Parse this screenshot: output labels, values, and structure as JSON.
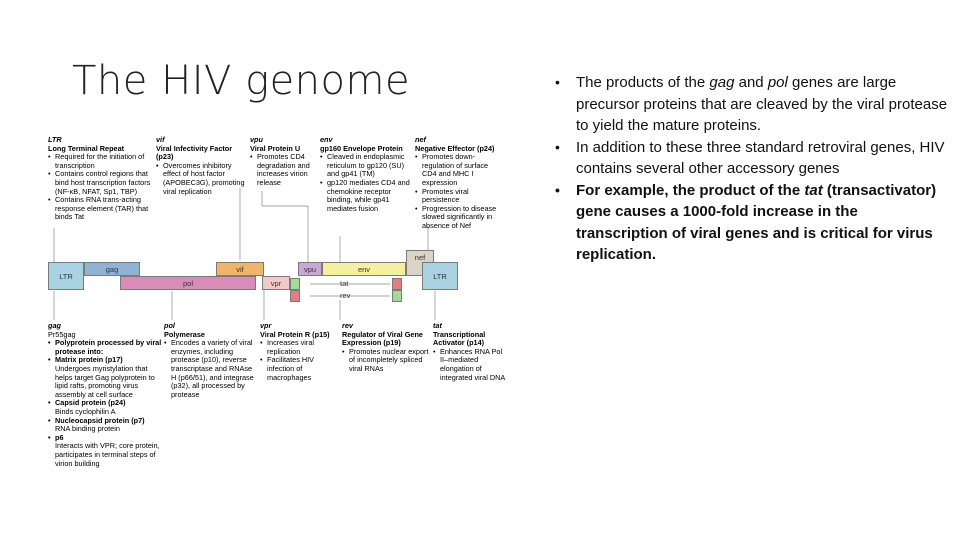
{
  "slide": {
    "title": "The HIV genome",
    "bullets": [
      {
        "parts": [
          "The products of the ",
          "gag",
          " and ",
          "pol",
          " genes are large precursor proteins that are cleaved by the viral protease to yield the mature proteins."
        ]
      },
      {
        "parts": [
          "In addition to these three standard retroviral genes, HIV contains several other accessory genes"
        ]
      },
      {
        "parts": [
          "For example, the product of the ",
          "tat",
          " (transactivator) gene causes a 1000-fold increase in the transcription of viral genes and is critical for virus replication."
        ]
      }
    ]
  },
  "diagram": {
    "top": {
      "ltr": {
        "gene": "LTR",
        "name": "Long Terminal Repeat",
        "items": [
          "Required for the initiation of transcription",
          "Contains control regions that bind host transcription factors (NF-κB, NFAT, Sp1, TBP)",
          "Contains RNA trans-acting response element (TAR) that binds Tat"
        ]
      },
      "vif": {
        "gene": "vif",
        "name": "Viral Infectivity Factor (p23)",
        "items": [
          "Overcomes inhibitory effect of host factor (APOBEC3G), promoting viral replication"
        ]
      },
      "vpu": {
        "gene": "vpu",
        "name": "Viral Protein U",
        "items": [
          "Promotes CD4 degradation and increases virion release"
        ]
      },
      "env": {
        "gene": "env",
        "name": "gp160 Envelope Protein",
        "items": [
          "Cleaved in endoplasmic reticulum to gp120 (SU) and gp41 (TM)",
          "gp120 mediates CD4 and chemokine receptor binding, while gp41 mediates fusion"
        ]
      },
      "nef": {
        "gene": "nef",
        "name": "Negative Effector (p24)",
        "items": [
          "Promotes down-regulation of surface CD4 and MHC I expression",
          "Promotes viral persistence",
          "Progression to disease slowed significantly in absence of Nef"
        ]
      }
    },
    "bottom": {
      "gag": {
        "gene": "gag",
        "sub": "Pr55gag",
        "items": [
          {
            "t": "Polyprotein processed by viral protease into:",
            "b": true,
            "bullet": true
          },
          {
            "t": "Matrix protein (p17)",
            "b": true,
            "bullet": true
          },
          {
            "t": "Undergoes myristylation that helps target Gag polyprotein to lipid rafts, promoting virus assembly at cell surface",
            "b": false,
            "bullet": false
          },
          {
            "t": "Capsid protein (p24)",
            "b": true,
            "bullet": true
          },
          {
            "t": "Binds cyclophilin A",
            "b": false,
            "bullet": false
          },
          {
            "t": "Nucleocapsid protein (p7)",
            "b": true,
            "bullet": true
          },
          {
            "t": "RNA binding protein",
            "b": false,
            "bullet": false
          },
          {
            "t": "p6",
            "b": true,
            "bullet": true
          },
          {
            "t": "Interacts with VPR; core protein, participates in terminal steps of virion building",
            "b": false,
            "bullet": false
          }
        ]
      },
      "pol": {
        "gene": "pol",
        "name": "Polymerase",
        "items": [
          "Encodes a variety of viral enzymes, including protease (p10), reverse transcriptase and RNAse H (p66/51), and integrase (p32), all processed by protease"
        ]
      },
      "vpr": {
        "gene": "vpr",
        "name": "Viral Protein R (p15)",
        "items": [
          "Increases viral replication",
          "Facilitates HIV infection of macrophages"
        ]
      },
      "rev": {
        "gene": "rev",
        "name": "Regulator of Viral Gene Expression (p19)",
        "items": [
          "Promotes nuclear export of incompletely spliced viral RNAs"
        ]
      },
      "tat": {
        "gene": "tat",
        "name": "Transcriptional Activator (p14)",
        "items": [
          "Enhances RNA Pol II–mediated elongation of integrated viral DNA"
        ]
      }
    },
    "genome": {
      "ltr_left": "LTR",
      "gag": "gag",
      "pol": "pol",
      "vif": "vif",
      "vpr": "vpr",
      "vpu": "vpu",
      "env": "env",
      "nef": "nef",
      "ltr_right": "LTR",
      "tat": "tat",
      "rev": "rev"
    },
    "colors": {
      "ltr": "#a9d3e3",
      "gag": "#8fb3d6",
      "pol": "#d98cb8",
      "vif": "#f0b56a",
      "vpr": "#f1c9c9",
      "vpu": "#c8a9d6",
      "env": "#f4f0a0",
      "nef": "#d9d4c6",
      "tat": "#a9d99a",
      "rev": "#e08080"
    }
  }
}
